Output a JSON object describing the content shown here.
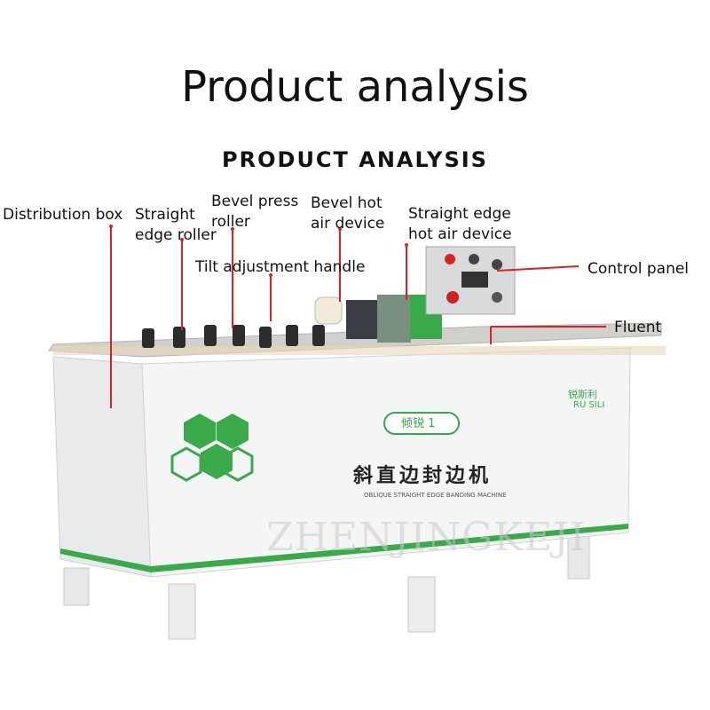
{
  "title": "Product analysis",
  "subtitle": "PRODUCT ANALYSIS",
  "labels": {
    "distribution_box": "Distribution box",
    "straight_edge_roller_1": "Straight",
    "straight_edge_roller_2": "edge roller",
    "bevel_press_roller_1": "Bevel press",
    "bevel_press_roller_2": "roller",
    "bevel_hot_air_1": "Bevel hot",
    "bevel_hot_air_2": "air device",
    "straight_hot_air_1": "Straight edge",
    "straight_hot_air_2": "hot air device",
    "tilt_handle": "Tilt adjustment handle",
    "control_panel": "Control panel",
    "fluent": "Fluent"
  },
  "machine": {
    "brand_cn": "锐斯利",
    "brand_en": "RU SILI",
    "model_badge": "倾锐 1",
    "name_cn": "斜直边封边机",
    "name_en": "OBLIQUE STRAIGHT EDGE BANDING MACHINE"
  },
  "watermark": "ZHENJINGKEJI",
  "colors": {
    "accent_green": "#3aa94a",
    "pointer_red": "#e02020",
    "panel_gray": "#d8dadc"
  }
}
